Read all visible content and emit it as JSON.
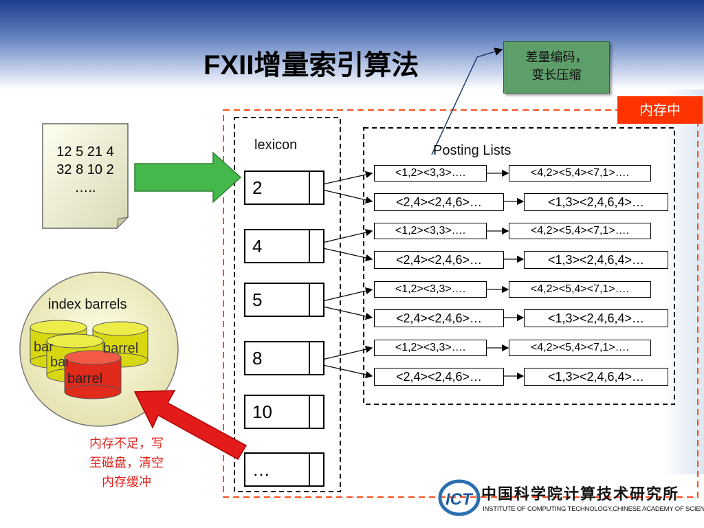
{
  "title": "FXII增量索引算法",
  "note_green": {
    "line1": "差量编码，",
    "line2": "变长压缩"
  },
  "memory_label": "内存中",
  "document": {
    "line1": "12 5 21 4",
    "line2": "32 8 10 2",
    "line3": "….."
  },
  "lexicon": {
    "label": "lexicon",
    "entries": [
      "2",
      "4",
      "5",
      "8",
      "10",
      "…"
    ]
  },
  "posting": {
    "label": "Posting Lists",
    "rows": [
      {
        "upper_left": "<1,2><3,3>….",
        "upper_right": "<4,2><5,4><7,1>….",
        "lower_left": "<2,4><2,4,6>…",
        "lower_right": "<1,3><2,4,6,4>…"
      },
      {
        "upper_left": "<1,2><3,3>….",
        "upper_right": "<4,2><5,4><7,1>….",
        "lower_left": "<2,4><2,4,6>…",
        "lower_right": "<1,3><2,4,6,4>…"
      },
      {
        "upper_left": "<1,2><3,3>….",
        "upper_right": "<4,2><5,4><7,1>….",
        "lower_left": "<2,4><2,4,6>…",
        "lower_right": "<1,3><2,4,6,4>…"
      },
      {
        "upper_left": "<1,2><3,3>….",
        "upper_right": "<4,2><5,4><7,1>….",
        "lower_left": "<2,4><2,4,6>…",
        "lower_right": "<1,3><2,4,6,4>…"
      }
    ]
  },
  "barrels": {
    "label": "index barrels",
    "barrel_text": "barrel"
  },
  "red_note": {
    "line1": "内存不足，写",
    "line2": "至磁盘，清空",
    "line3": "内存缓冲"
  },
  "logo": {
    "abbr": "ICT",
    "cn": "中国科学院计算技术研究所",
    "en": "INSTITUTE OF COMPUTING TECHNOLOGY,CHINESE ACADEMY OF SCIENCES"
  },
  "colors": {
    "memory_red": "#ff3300",
    "note_green": "#5e9e6a",
    "arrow_green": "#44b84a",
    "arrow_red": "#e31b1b",
    "barrel_yellow": "#e6e61a",
    "barrel_red": "#e02a1a"
  }
}
